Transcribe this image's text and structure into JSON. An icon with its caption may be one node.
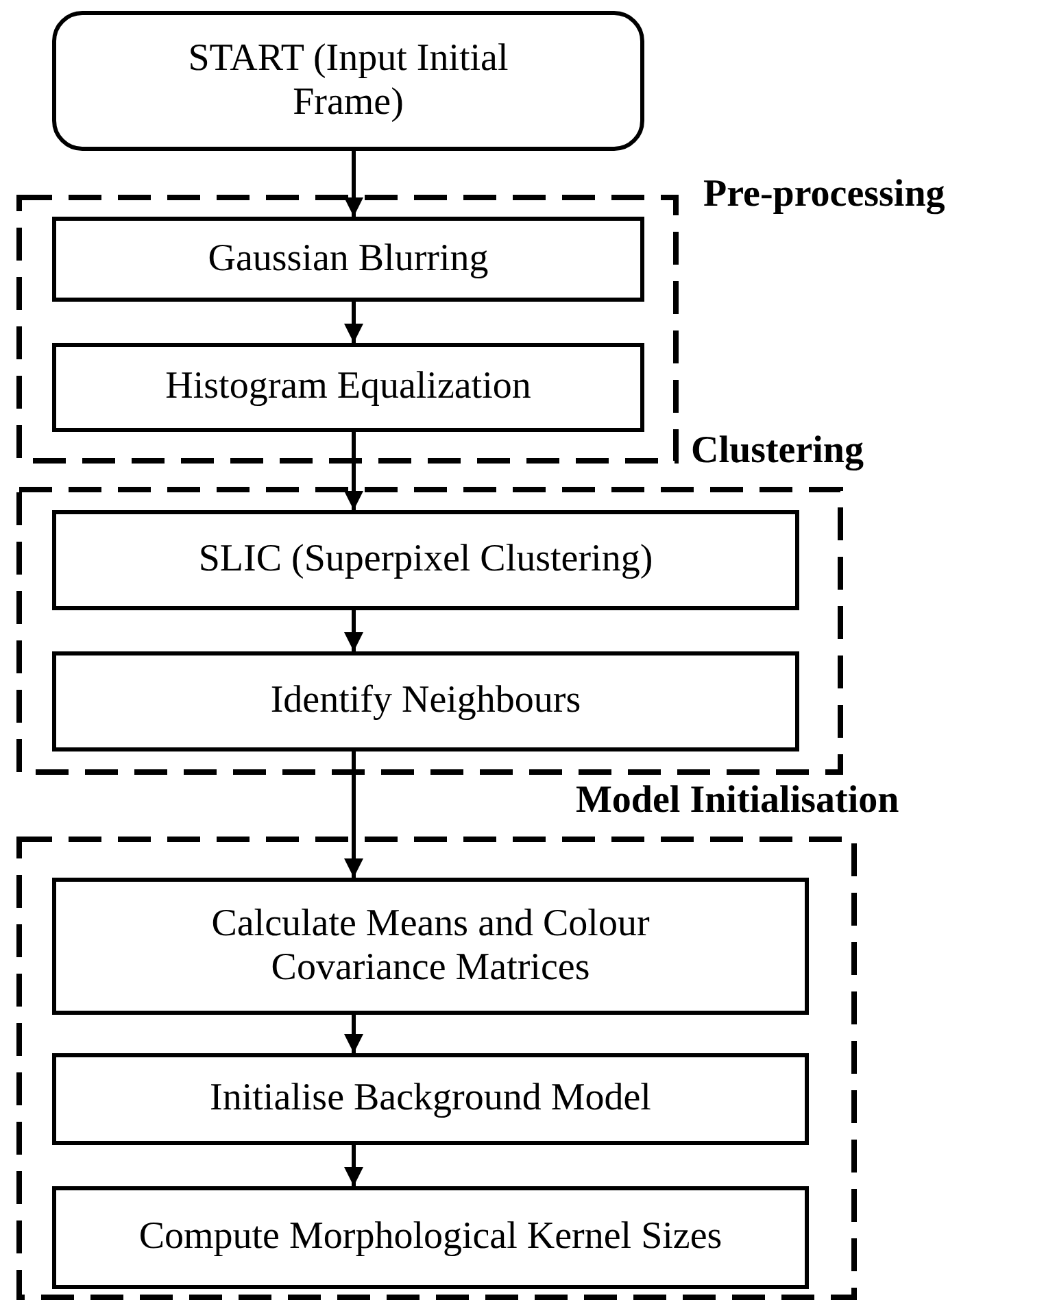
{
  "diagram": {
    "nodes": [
      {
        "text": [
          "START (Input Initial Frame)"
        ]
      },
      {
        "text": [
          "Pre-processing"
        ]
      },
      {
        "text": [
          "Gaussian Blurring"
        ],
        "in": 1
      },
      {
        "text": [
          "Histogram Equalization"
        ],
        "in": 1
      },
      {
        "text": [
          "Clustering"
        ]
      },
      {
        "text": [
          "SLIC (Superpixel Clustering)"
        ],
        "in": 4
      },
      {
        "text": [
          "Identify Neighbours"
        ],
        "in": 4
      },
      {
        "text": [
          "Model Initialisation"
        ]
      },
      {
        "text": [
          "Calculate Means and Colour Covariance Matrices"
        ],
        "in": 7
      },
      {
        "text": [
          "Initialise Background Model"
        ],
        "in": 7
      },
      {
        "text": [
          "Compute Morphological Kernel Sizes"
        ],
        "in": 7
      }
    ],
    "edges": [
      {
        "from": 0,
        "to": 2,
        "arrow": "to"
      },
      {
        "from": 2,
        "to": 3,
        "arrow": "to"
      },
      {
        "from": 3,
        "to": 5,
        "arrow": "to"
      },
      {
        "from": 5,
        "to": 6,
        "arrow": "to"
      },
      {
        "from": 6,
        "to": 8,
        "arrow": "to"
      },
      {
        "from": 8,
        "to": 9,
        "arrow": "to"
      },
      {
        "from": 9,
        "to": 10,
        "arrow": "to"
      }
    ]
  }
}
